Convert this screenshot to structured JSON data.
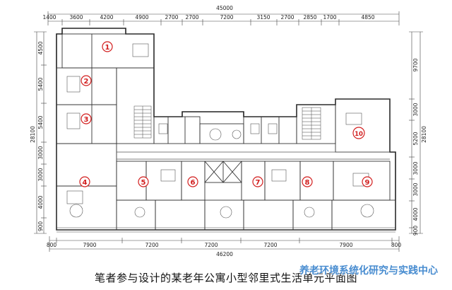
{
  "dimensions": {
    "top_total": "45000",
    "top_segments": [
      "1400",
      "3600",
      "4200",
      "4900",
      "2700",
      "2700",
      "7200",
      "3150",
      "2700",
      "2850",
      "1700",
      "4850"
    ],
    "bottom_total": "46200",
    "bottom_segments": [
      "800",
      "7900",
      "7200",
      "7200",
      "7200",
      "7900",
      "800"
    ],
    "left_total": "28100",
    "left_segments": [
      "4500",
      "5400",
      "5400",
      "3000",
      "3000",
      "4000",
      "900"
    ],
    "right_total": "28100",
    "right_segments": [
      "9700",
      "3000",
      "5200",
      "3000",
      "3000",
      "4000",
      "900"
    ]
  },
  "units": [
    {
      "label": "1"
    },
    {
      "label": "2"
    },
    {
      "label": "3"
    },
    {
      "label": "4"
    },
    {
      "label": "5"
    },
    {
      "label": "6"
    },
    {
      "label": "7"
    },
    {
      "label": "8"
    },
    {
      "label": "9"
    },
    {
      "label": "10"
    }
  ],
  "caption": "笔者参与设计的某老年公寓小型邻里式生活单元平面图",
  "watermark": "养老环境系统化研究与实践中心",
  "colors": {
    "marker": "#d21e1e",
    "watermark": "#2878c8",
    "line": "#333333"
  }
}
